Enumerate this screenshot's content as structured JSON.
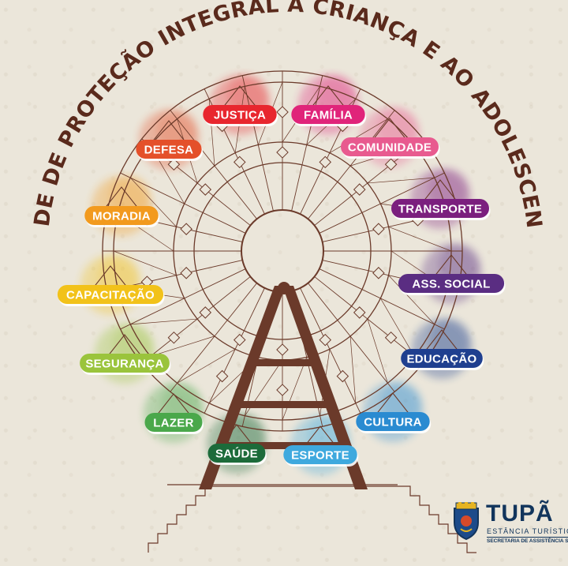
{
  "title": "REDE DE PROTEÇÃO INTEGRAL À CRIANÇA E AO ADOLESCENTE",
  "nodes": [
    {
      "label": "JUSTIÇA",
      "color": "#e8262e"
    },
    {
      "label": "FAMÍLIA",
      "color": "#e0247a"
    },
    {
      "label": "COMUNIDADE",
      "color": "#e85a8f"
    },
    {
      "label": "TRANSPORTE",
      "color": "#7b1f7e"
    },
    {
      "label": "ASS. SOCIAL",
      "color": "#5a2d82"
    },
    {
      "label": "EDUCAÇÃO",
      "color": "#1f3f8f"
    },
    {
      "label": "CULTURA",
      "color": "#2a8bd1"
    },
    {
      "label": "ESPORTE",
      "color": "#3fa9de"
    },
    {
      "label": "SAÚDE",
      "color": "#1c6b3a"
    },
    {
      "label": "LAZER",
      "color": "#4aa84b"
    },
    {
      "label": "SEGURANÇA",
      "color": "#9ac43c"
    },
    {
      "label": "CAPACITAÇÃO",
      "color": "#f2c21a"
    },
    {
      "label": "MORADIA",
      "color": "#f29a1e"
    },
    {
      "label": "DEFESA",
      "color": "#e4502a"
    }
  ],
  "logo": {
    "name": "TUPÃ",
    "subtitle": "ESTÂNCIA TURÍSTICA",
    "department": "SECRETARIA DE ASSISTÊNCIA SOCIAL"
  },
  "colors": {
    "wheel": "#6b3a2a",
    "title": "#5a2a1c",
    "logo": "#12355c"
  }
}
